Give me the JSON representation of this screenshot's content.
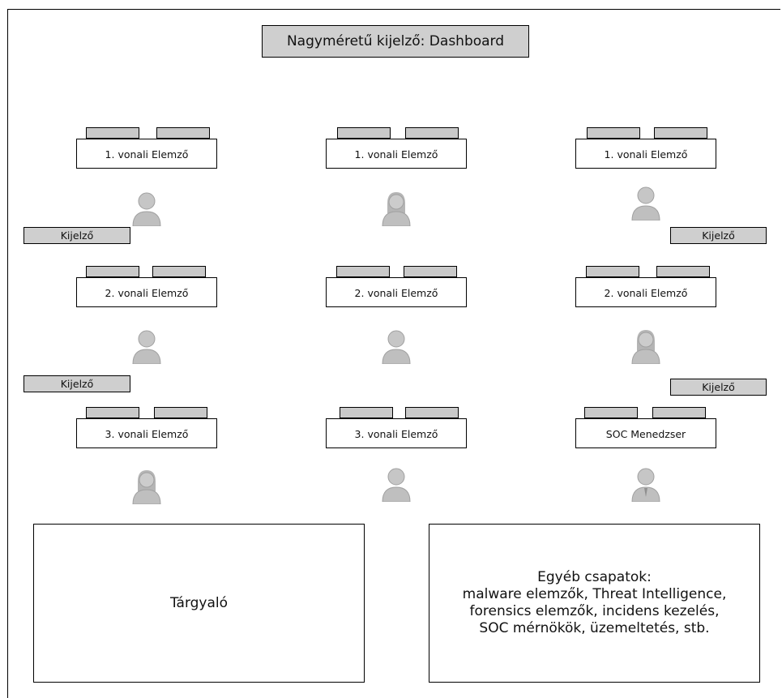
{
  "header": {
    "title": "Nagyméretű kijelző: Dashboard"
  },
  "desks": [
    "1. vonali Elemző",
    "1. vonali Elemző",
    "1. vonali Elemző",
    "2. vonali Elemző",
    "2. vonali Elemző",
    "2. vonali Elemző",
    "3. vonali Elemző",
    "3. vonali Elemző",
    "SOC Menedzser"
  ],
  "wall_displays": [
    "Kijelző",
    "Kijelző",
    "Kijelző",
    "Kijelző"
  ],
  "rooms": {
    "meeting": {
      "label": "Tárgyaló"
    },
    "other_teams": {
      "lines": [
        "Egyéb csapatok:",
        "malware elemzők, Threat Intelligence,",
        "forensics elemzők, incidens kezelés,",
        "SOC mérnökök, üzemeltetés, stb."
      ]
    }
  },
  "icons": {
    "analyst": "person-avatar-icon"
  }
}
